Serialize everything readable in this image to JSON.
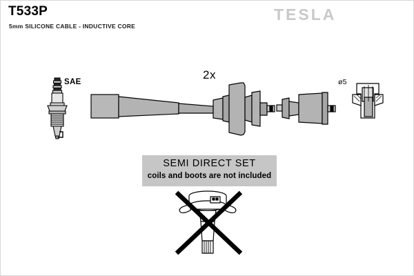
{
  "header": {
    "part_number": "T533P",
    "subtitle": "5mm SILICONE CABLE - INDUCTIVE CORE",
    "brand": "TESLA"
  },
  "diagram": {
    "labels": {
      "spark_plug_standard": "SAE",
      "quantity": "2x",
      "diameter": "ø5"
    },
    "components": [
      {
        "name": "spark-plug",
        "label": "SAE"
      },
      {
        "name": "ignition-cable-assembly",
        "label": "2x"
      },
      {
        "name": "cable-boot-connector",
        "label": ""
      },
      {
        "name": "terminal-sleeve",
        "label": "ø5"
      },
      {
        "name": "ignition-coil-excluded",
        "label": ""
      }
    ]
  },
  "notice": {
    "title": "SEMI DIRECT SET",
    "subtitle": "coils and boots are not included"
  },
  "colors": {
    "part_fill": "#b3b3b3",
    "part_fill_light": "#c9c9c9",
    "part_fill_dark": "#9a9a9a",
    "outline": "#000000",
    "notice_background": "#c6c6c6",
    "brand_gray": "#c9c9c9",
    "page_background": "#ffffff"
  }
}
